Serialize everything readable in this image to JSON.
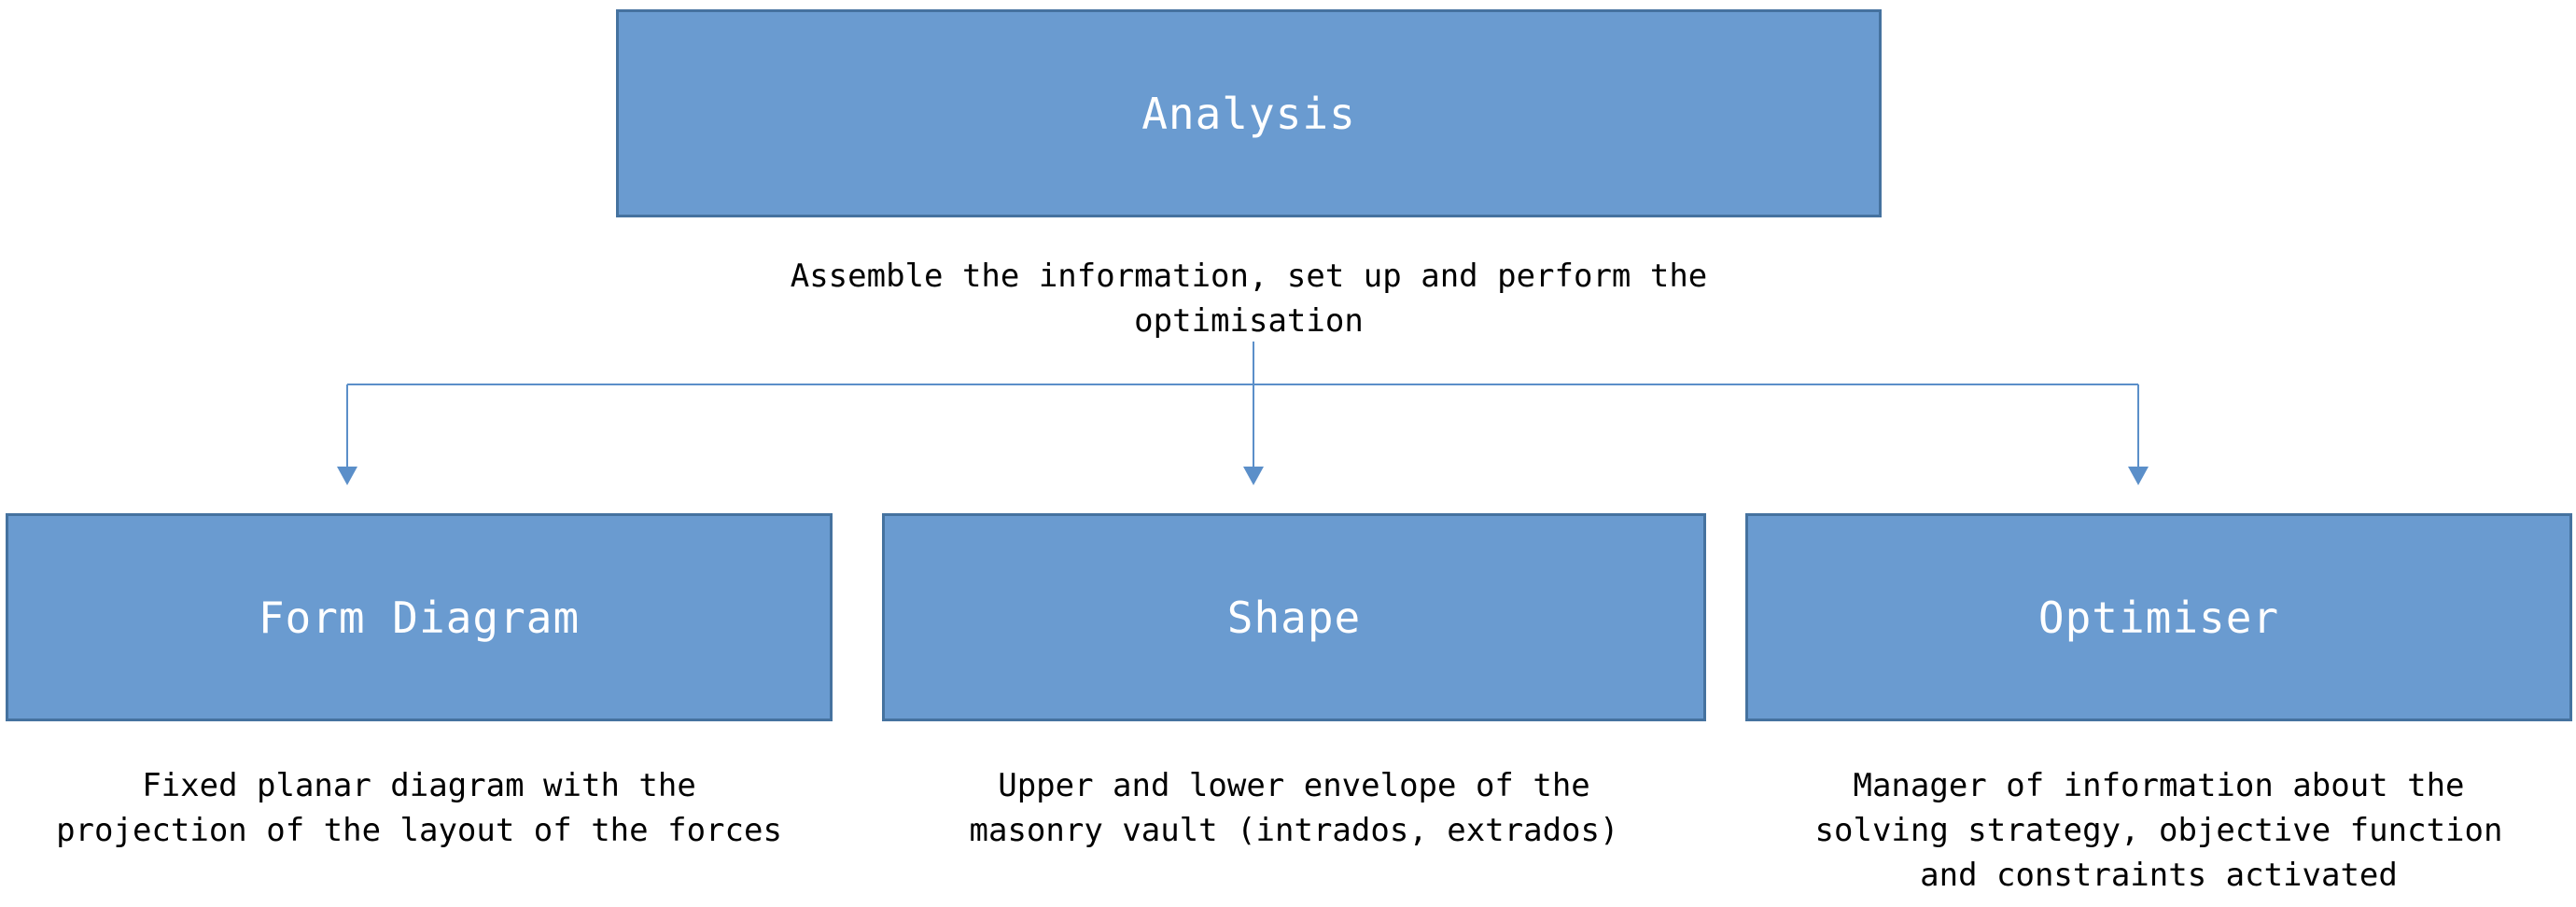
{
  "colors": {
    "box_fill": "#6a9bd0",
    "box_border": "#45729f",
    "connector": "#5b8fc9",
    "title_text": "#ffffff",
    "caption_text": "#000000"
  },
  "root": {
    "title": "Analysis",
    "caption_lines": [
      "Assemble the information, set up and perform the",
      "optimisation"
    ]
  },
  "children": [
    {
      "title": "Form Diagram",
      "caption_lines": [
        "Fixed planar diagram with the",
        "projection of the layout of the forces"
      ]
    },
    {
      "title": "Shape",
      "caption_lines": [
        "Upper and lower envelope of the",
        "masonry vault (intrados, extrados)"
      ]
    },
    {
      "title": "Optimiser",
      "caption_lines": [
        "Manager of information about the",
        "solving strategy, objective function",
        "and constraints activated"
      ]
    }
  ]
}
